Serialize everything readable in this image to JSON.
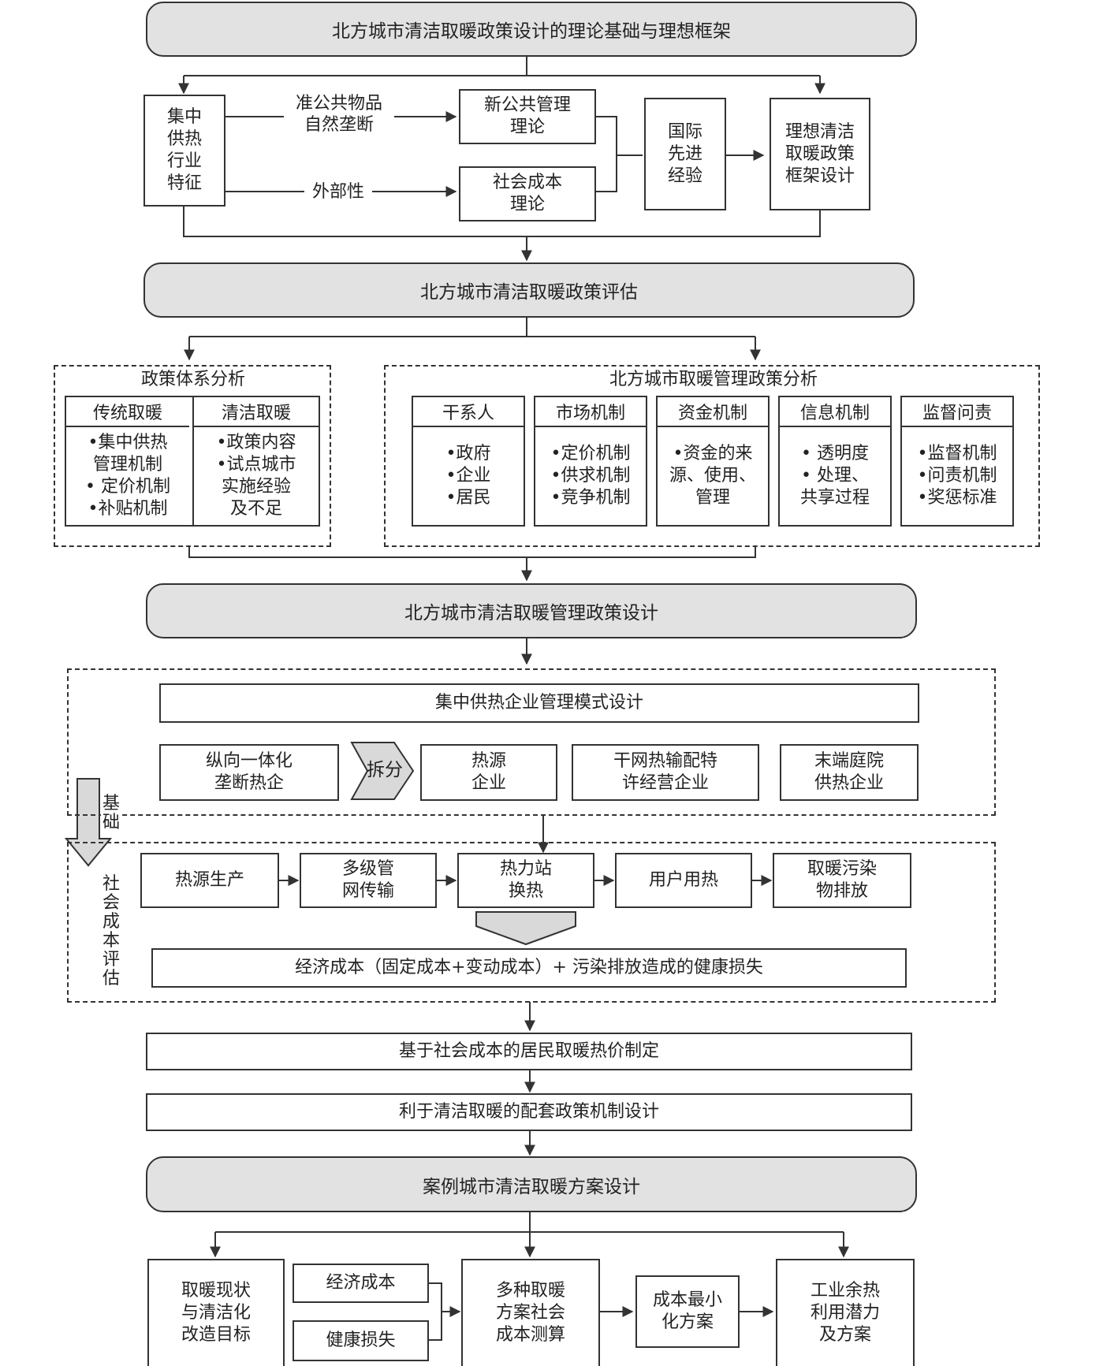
{
  "top_title": "北方城市清洁取暖政策设计的理论基础与理想框架",
  "features_box": "集中\n供热\n行业\n特征",
  "edge_public_goods": "准公共物品\n自然垄断",
  "edge_externality": "外部性",
  "npm_theory": "新公共管理\n理论",
  "social_cost_theory": "社会成本\n理论",
  "intl_experience": "国际\n先进\n经验",
  "ideal_framework": "理想清洁\n取暖政策\n框架设计",
  "eval_title": "北方城市清洁取暖政策评估",
  "policy_system": {
    "title": "政策体系分析",
    "columns": [
      {
        "header": "传统取暖",
        "body": "•集中供热\n管理机制\n• 定价机制\n•补贴机制"
      },
      {
        "header": "清洁取暖",
        "body": "•政策内容\n•试点城市\n实施经验\n及不足"
      }
    ]
  },
  "mgmt_policy": {
    "title": "北方城市取暖管理政策分析",
    "columns": [
      {
        "header": "干系人",
        "body": "•政府\n•企业\n•居民"
      },
      {
        "header": "市场机制",
        "body": "•定价机制\n•供求机制\n•竞争机制"
      },
      {
        "header": "资金机制",
        "body": "•资金的来\n源、使用、\n管理"
      },
      {
        "header": "信息机制",
        "body": "• 透明度\n• 处理、\n共享过程"
      },
      {
        "header": "监督问责",
        "body": "•监督机制\n•问责机制\n•奖惩标准"
      }
    ]
  },
  "design_title": "北方城市清洁取暖管理政策设计",
  "mode_design": "集中供热企业管理模式设计",
  "vertical_monopoly": "纵向一体化\n垄断热企",
  "split_label": "拆分",
  "heat_source_ent": "热源\n企业",
  "grid_ent": "干网热输配特\n许经营企业",
  "terminal_ent": "末端庭院\n供热企业",
  "basis_label": "基础",
  "social_cost_eval_label": "社会成本评估",
  "chain": [
    "热源生产",
    "多级管\n网传输",
    "热力站\n换热",
    "用户用热",
    "取暖污染\n物排放"
  ],
  "cost_formula": "经济成本（固定成本+变动成本）+ 污染排放造成的健康损失",
  "price_setting": "基于社会成本的居民取暖热价制定",
  "supporting_policy": "利于清洁取暖的配套政策机制设计",
  "case_title": "案例城市清洁取暖方案设计",
  "status_goal": "取暖现状\n与清洁化\n改造目标",
  "economic_cost": "经济成本",
  "health_loss": "健康损失",
  "multi_scheme": "多种取暖\n方案社会\n成本测算",
  "min_cost": "成本最小\n化方案",
  "industrial_heat": "工业余热\n利用潜力\n及方案",
  "colors": {
    "pill_fill": "#e2e2e2",
    "line": "#333333",
    "arrow_fill": "#d9d9d9"
  }
}
